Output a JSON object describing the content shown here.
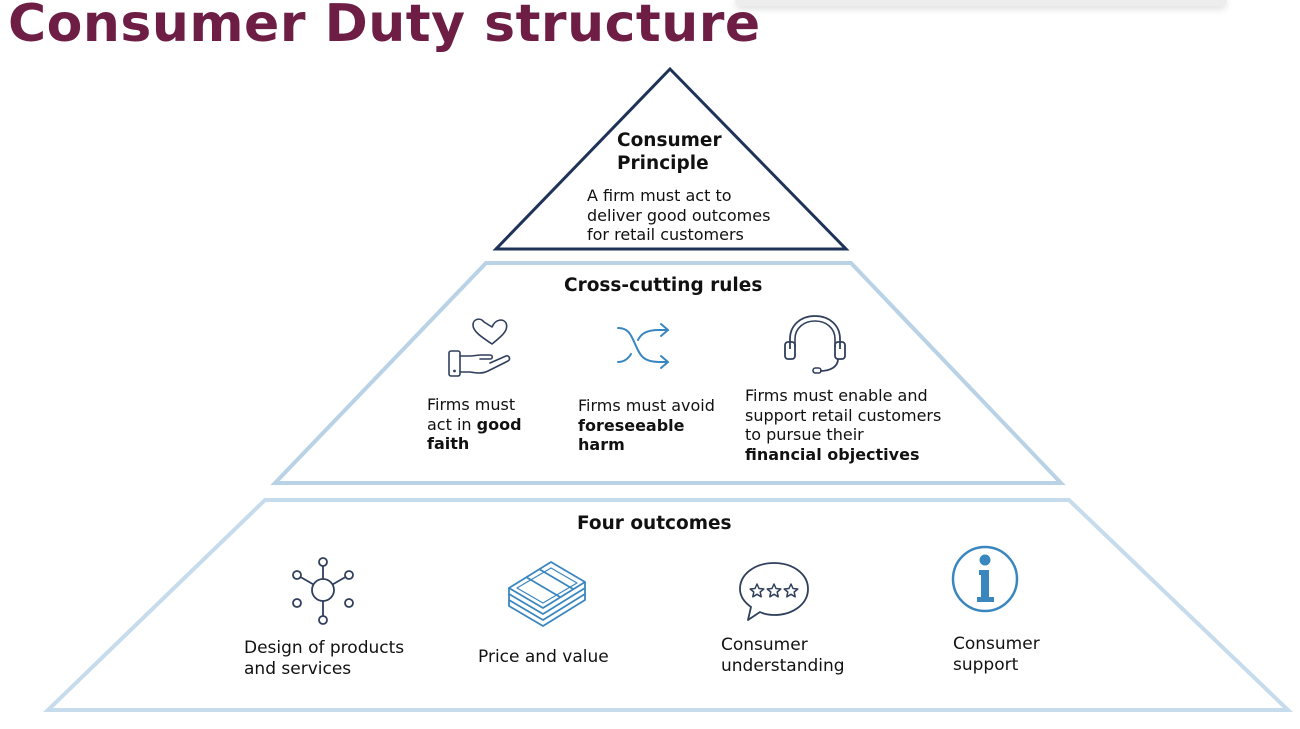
{
  "page": {
    "title": "Consumer Duty structure"
  },
  "colors": {
    "title": "#6e1d45",
    "principle_outline": "#1f3358",
    "tier_outline": "#b9d2e6",
    "icon_dark": "#2f3f5c",
    "icon_blue": "#3a87c0"
  },
  "principle": {
    "heading_line1": "Consumer",
    "heading_line2": "Principle",
    "line1": "A firm must act to",
    "line2": "deliver good outcomes",
    "line3": "for retail customers"
  },
  "cross_cutting": {
    "heading": "Cross-cutting rules",
    "rule1": {
      "icon": "heart-in-hand-icon",
      "line1": "Firms must",
      "line2_plain": "act in ",
      "line2_bold": "good",
      "line3_bold": "faith"
    },
    "rule2": {
      "icon": "crossing-arrows-icon",
      "line1": "Firms must avoid",
      "line2_bold": "foreseeable",
      "line3_bold": "harm"
    },
    "rule3": {
      "icon": "headset-icon",
      "line1": "Firms must enable and",
      "line2": "support retail customers",
      "line3": "to pursue their",
      "line4_bold": "financial objectives"
    }
  },
  "outcomes": {
    "heading": "Four outcomes",
    "items": [
      {
        "icon": "network-hub-icon",
        "line1": "Design of products",
        "line2": "and services"
      },
      {
        "icon": "banknotes-stack-icon",
        "line1": "Price and value"
      },
      {
        "icon": "rating-speech-bubble-icon",
        "line1": "Consumer",
        "line2": "understanding"
      },
      {
        "icon": "info-icon",
        "line1": "Consumer",
        "line2": "support"
      }
    ]
  }
}
